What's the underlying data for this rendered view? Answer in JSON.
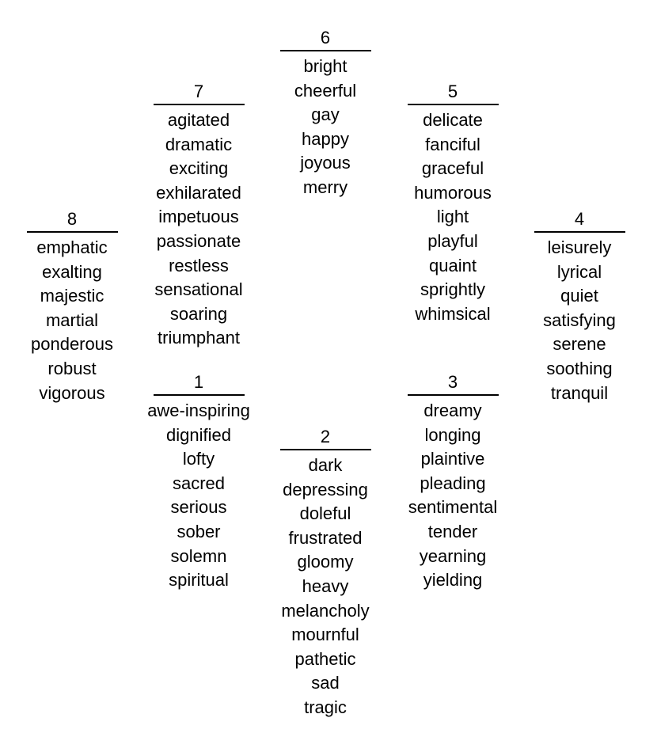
{
  "groups": [
    {
      "number": "1",
      "words": [
        "awe-inspiring",
        "dignified",
        "lofty",
        "sacred",
        "serious",
        "sober",
        "solemn",
        "spiritual"
      ]
    },
    {
      "number": "2",
      "words": [
        "dark",
        "depressing",
        "doleful",
        "frustrated",
        "gloomy",
        "heavy",
        "melancholy",
        "mournful",
        "pathetic",
        "sad",
        "tragic"
      ]
    },
    {
      "number": "3",
      "words": [
        "dreamy",
        "longing",
        "plaintive",
        "pleading",
        "sentimental",
        "tender",
        "yearning",
        "yielding"
      ]
    },
    {
      "number": "4",
      "words": [
        "leisurely",
        "lyrical",
        "quiet",
        "satisfying",
        "serene",
        "soothing",
        "tranquil"
      ]
    },
    {
      "number": "5",
      "words": [
        "delicate",
        "fanciful",
        "graceful",
        "humorous",
        "light",
        "playful",
        "quaint",
        "sprightly",
        "whimsical"
      ]
    },
    {
      "number": "6",
      "words": [
        "bright",
        "cheerful",
        "gay",
        "happy",
        "joyous",
        "merry"
      ]
    },
    {
      "number": "7",
      "words": [
        "agitated",
        "dramatic",
        "exciting",
        "exhilarated",
        "impetuous",
        "passionate",
        "restless",
        "sensational",
        "soaring",
        "triumphant"
      ]
    },
    {
      "number": "8",
      "words": [
        "emphatic",
        "exalting",
        "majestic",
        "martial",
        "ponderous",
        "robust",
        "vigorous"
      ]
    }
  ]
}
